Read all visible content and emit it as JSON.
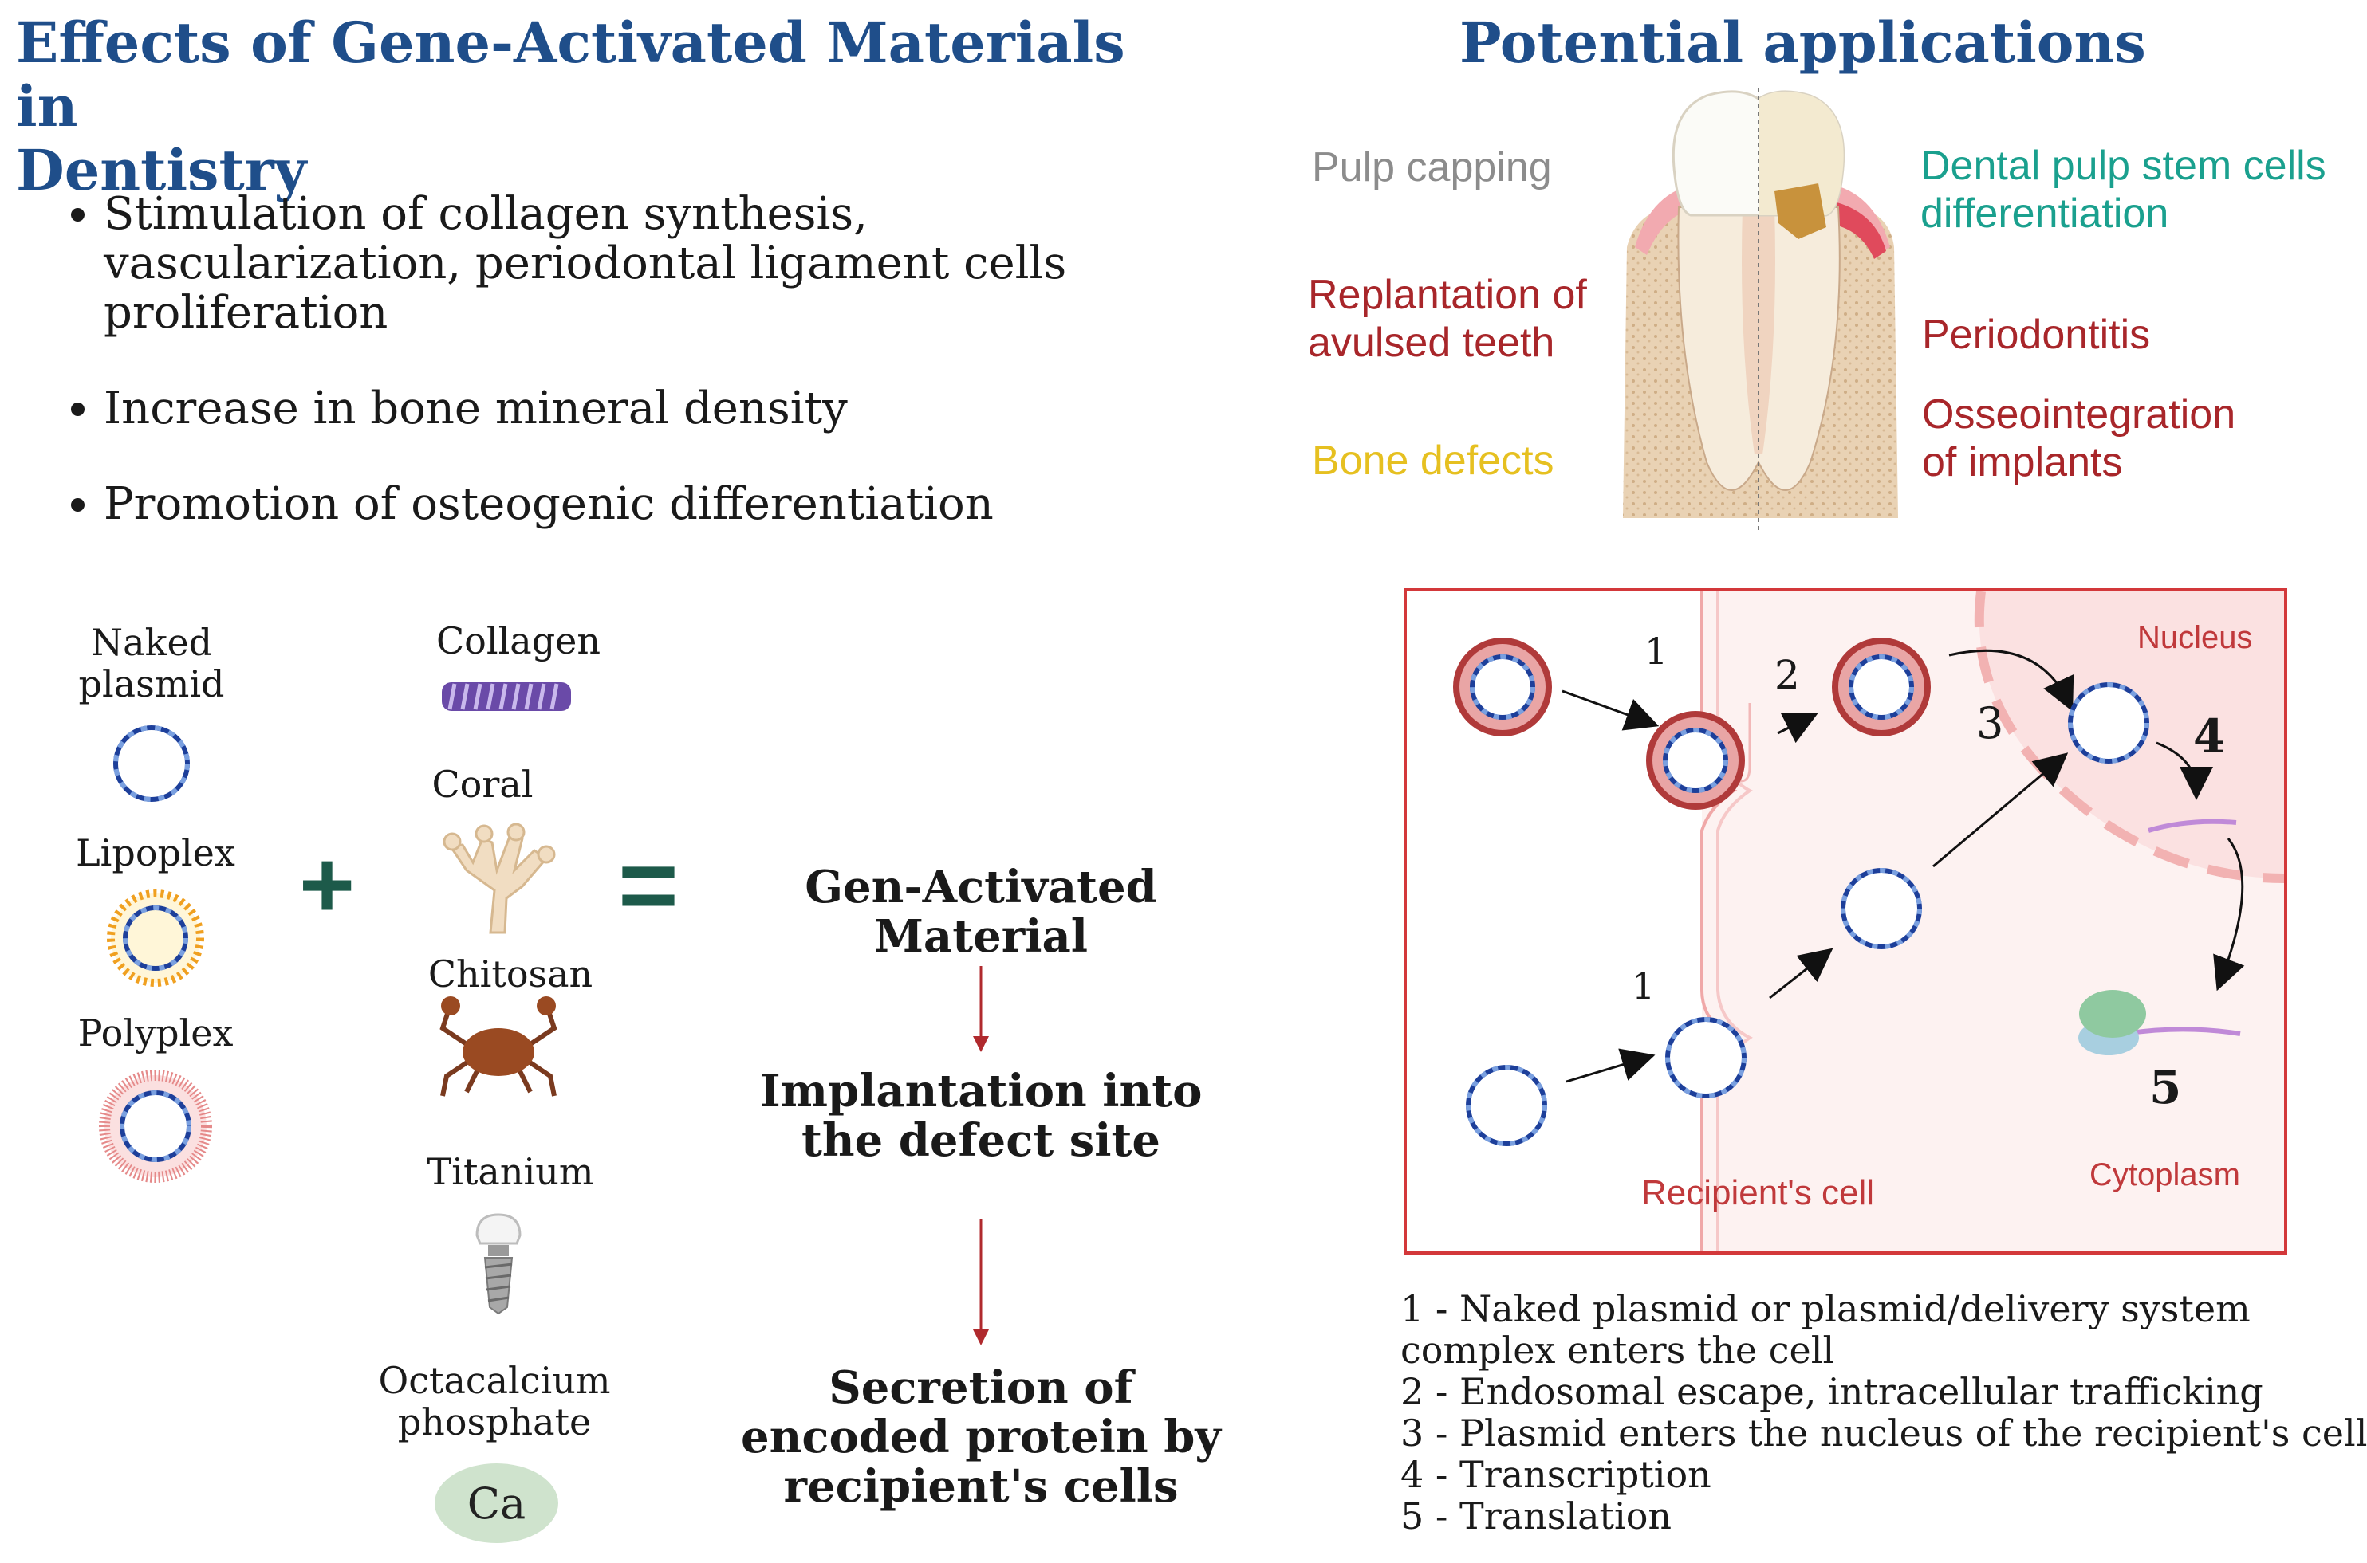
{
  "left": {
    "title_line1": "Effects of Gene-Activated Materials in",
    "title_line2": "Dentistry",
    "effects": [
      "Stimulation of collagen synthesis, vascularization, periodontal ligament cells proliferation",
      "Increase in bone mineral density",
      "Promotion of osteogenic differentiation"
    ]
  },
  "vectors": {
    "naked_plasmid_line1": "Naked",
    "naked_plasmid_line2": "plasmid",
    "lipoplex": "Lipoplex",
    "polyplex": "Polyplex"
  },
  "plus": "+",
  "equals": "=",
  "materials": {
    "collagen": "Collagen",
    "coral": "Coral",
    "chitosan": "Chitosan",
    "titanium": "Titanium",
    "octacalcium_line1": "Octacalcium",
    "octacalcium_line2": "phosphate",
    "ca_badge": "Ca"
  },
  "flow": {
    "result": "Gen-Activated Material",
    "step2_line1": "Implantation into",
    "step2_line2": "the defect site",
    "step3_line1": "Secretion of",
    "step3_line2": "encoded protein by",
    "step3_line3": "recipient's cells"
  },
  "applications": {
    "title": "Potential applications",
    "pulp_capping": "Pulp capping",
    "replantation_line1": "Replantation of",
    "replantation_line2": "avulsed teeth",
    "bone_defects": "Bone defects",
    "dpsc_line1": "Dental pulp stem cells",
    "dpsc_line2": "differentiation",
    "periodontitis": "Periodontitis",
    "osseo_line1": "Osseointegration",
    "osseo_line2": "of implants",
    "colors": {
      "gray": "#8c8c8c",
      "red": "#a8262a",
      "yellow": "#e6c020",
      "teal": "#1aa08e"
    }
  },
  "mechanism": {
    "nucleus": "Nucleus",
    "cytoplasm": "Cytoplasm",
    "recipient_cell": "Recipient's cell",
    "numbers": [
      "1",
      "2",
      "3",
      "4",
      "1",
      "5"
    ]
  },
  "legend": [
    "1  - Naked plasmid or plasmid/delivery system",
    "complex enters the cell",
    "2 - Endosomal escape, intracellular trafficking",
    "3 - Plasmid enters the nucleus of the recipient's cell",
    "4 - Transcription",
    "5 - Translation"
  ]
}
